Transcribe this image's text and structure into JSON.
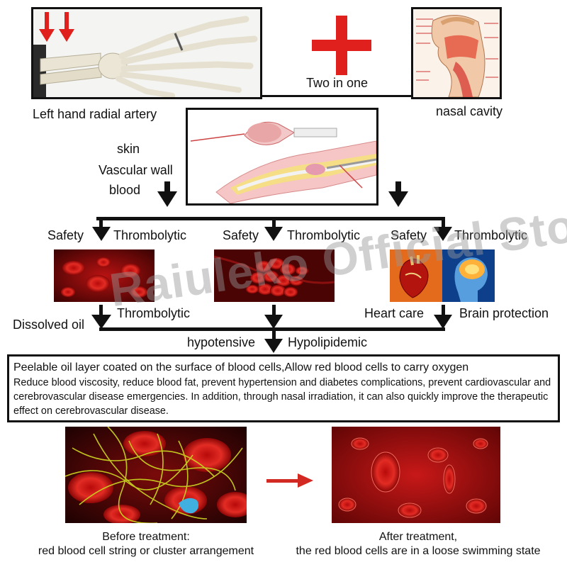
{
  "top": {
    "left_caption": "Left hand radial artery",
    "center_label": "Two in one",
    "right_caption": "nasal cavity"
  },
  "middle": {
    "layers": [
      "skin",
      "Vascular wall",
      "blood"
    ]
  },
  "branches": [
    {
      "left": "Safety",
      "right": "Thrombolytic"
    },
    {
      "left": "Safety",
      "right": "Thrombolytic"
    },
    {
      "left": "Safety",
      "right": "Thrombolytic"
    }
  ],
  "effects": {
    "dissolved_oil": "Dissolved oil",
    "thrombolytic": "Thrombolytic",
    "heart_care": "Heart care",
    "brain_protection": "Brain protection",
    "hypotensive": "hypotensive",
    "hypolipidemic": "Hypolipidemic"
  },
  "watermark": "Raiuleko Official Store",
  "description": {
    "headline": "Peelable oil layer coated on the surface of blood cells,Allow red blood cells to carry oxygen",
    "body": "Reduce blood viscosity, reduce blood fat, prevent hypertension and diabetes complications, prevent cardiovascular and cerebrovascular disease emergencies. In addition, through nasal irradiation, it can also quickly improve the therapeutic effect on cerebrovascular disease."
  },
  "before": {
    "line1": "Before treatment:",
    "line2": "red blood cell string or cluster arrangement"
  },
  "after": {
    "line1": "After treatment,",
    "line2": "the red blood cells are in a loose swimming state"
  },
  "colors": {
    "accent_red": "#e0201c",
    "dark_red": "#7a0606",
    "line": "#111111"
  }
}
